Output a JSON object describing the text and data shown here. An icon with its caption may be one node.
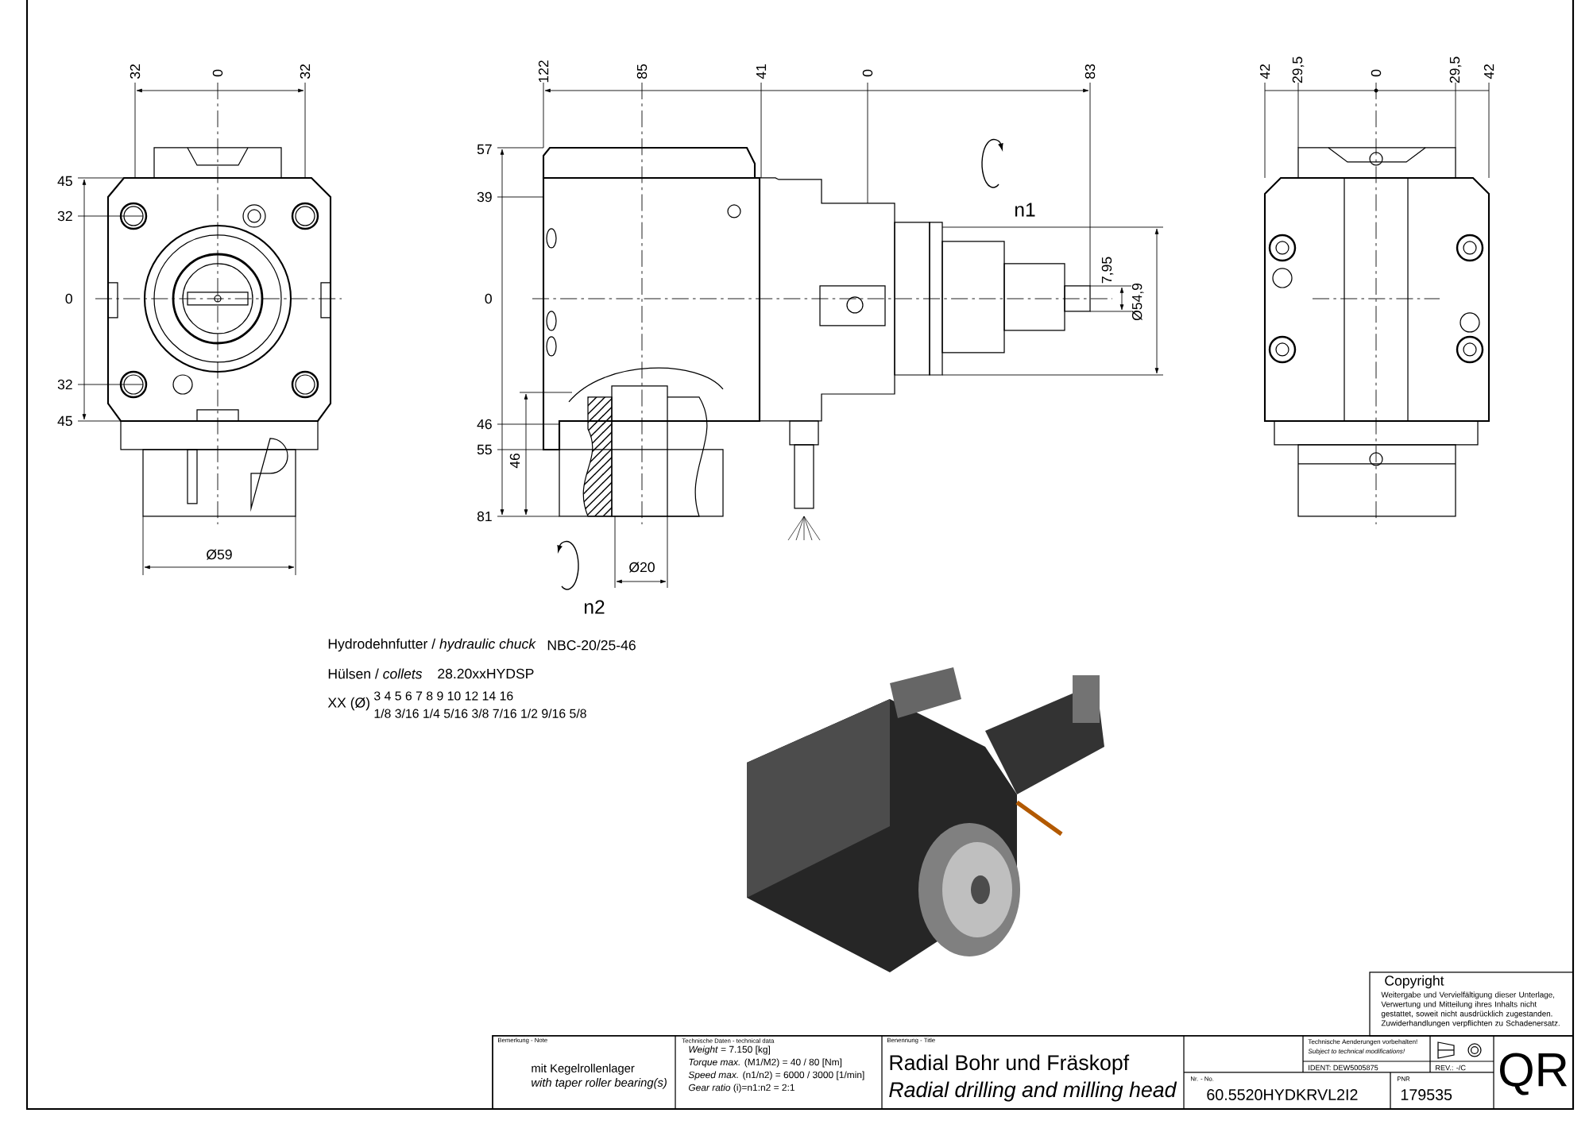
{
  "diagram": {
    "labels": [
      "32",
      "0",
      "32",
      "45",
      "32",
      "0",
      "32",
      "45",
      "Ø59",
      "122",
      "85",
      "41",
      "0",
      "83",
      "57",
      "39",
      "0",
      "46",
      "55",
      "46",
      "81",
      "n1",
      "7,95",
      "Ø54,9",
      "Ø20",
      "n2",
      "42",
      "29,5",
      "0",
      "29,5",
      "42",
      "Hydrodehnfutter / *hydraulic chuck*",
      "NBC-20/25-46",
      "Hülsen / *collets*",
      "28.20xxHYDSP",
      "XX (Ø)",
      "3 4 5 6 7 8 9 10 12 14 16",
      "1/8 3/16 1/4 5/16 3/8 7/16 1/2 9/16 5/8",
      "Copyright",
      "Weitergabe und Vervielfältigung dieser Unterlage, Verwertung und Mitteilung ihres Inhalts nicht gestattet, soweit nicht ausdrücklich zugestanden. Zuwiderhandlungen verpflichten zu Schadenersatz.",
      "Bemerkung - Note",
      "mit Kegelrollenlager",
      "with taper roller bearing(s)",
      "Technische Daten - technical data",
      "*Weight* = 7.150 [kg]",
      "*Torque max.* (M1/M2) = 40 / 80 [Nm]",
      "*Speed max.* (n1/n2) = 6000 / 3000 [1/min]",
      "*Gear ratio* (i)=n1:n2 = 2:1",
      "Benennung - Title",
      "Radial Bohr und Fräskopf",
      "Radial drilling and milling head",
      "Technische Aenderungen vorbehalten!",
      "Subject to technical modifications!",
      "IDENT: DEW5005875",
      "REV.: -/C",
      "Nr. - No.",
      "60.5520HYDKRVL2I2",
      "PNR",
      "179535",
      "QR"
    ]
  }
}
